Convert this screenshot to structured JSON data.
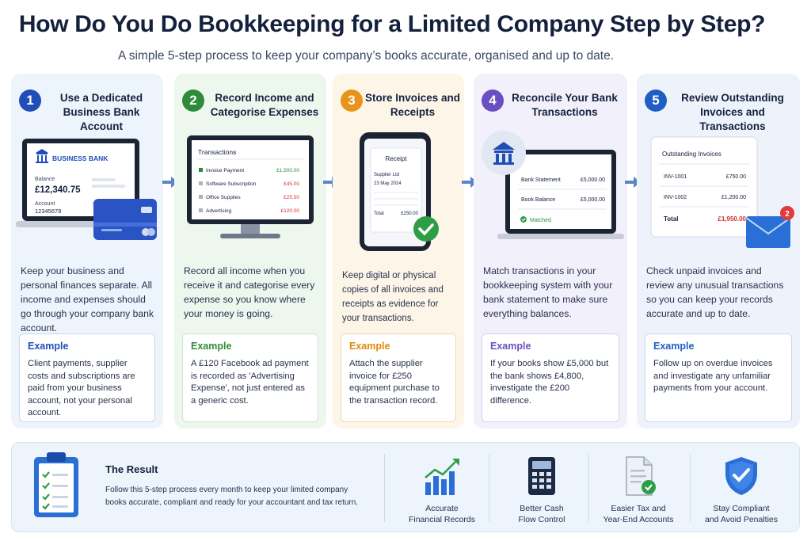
{
  "title": "How Do You Do Bookkeeping for a Limited Company Step by Step?",
  "subtitle": "A simple 5-step process to keep your company’s books accurate, organised and up to date.",
  "steps": [
    {
      "number": "1",
      "heading": "Use a Dedicated Business Bank Account",
      "description": "Keep your business and personal finances separate. All income and expenses should go through your company bank account.",
      "example_label": "Example",
      "example_text": "Client payments, supplier costs and subscriptions are paid from your business account, not your personal account.",
      "color": "#1f4fb6",
      "illustration": {
        "bank_name": "BUSINESS BANK",
        "balance_label": "Balance",
        "balance": "£12,340.75",
        "account_label": "Account",
        "account_number": "12345678"
      }
    },
    {
      "number": "2",
      "heading": "Record Income and Categorise Expenses",
      "description": "Record all income when you receive it and categorise every expense so you know where your money is going.",
      "example_label": "Example",
      "example_text": "A £120 Facebook ad payment is recorded as 'Advertising Expense', not just entered as a generic cost.",
      "color": "#2e8b3a",
      "illustration": {
        "panel_title": "Transactions",
        "rows": [
          {
            "label": "Invoice Payment",
            "amount": "£1,500.00",
            "amount_color": "#2e8b3a"
          },
          {
            "label": "Software Subscription",
            "amount": "£45.00",
            "amount_color": "#d93030"
          },
          {
            "label": "Office Supplies",
            "amount": "£25.50",
            "amount_color": "#d93030"
          },
          {
            "label": "Advertising",
            "amount": "£120.00",
            "amount_color": "#d93030"
          }
        ]
      }
    },
    {
      "number": "3",
      "heading": "Store Invoices and Receipts",
      "description": "Keep digital or physical copies of all invoices and receipts as evidence for your transactions.",
      "example_label": "Example",
      "example_text": "Attach the supplier invoice for £250 equipment purchase to the transaction record.",
      "color": "#e8941a",
      "illustration": {
        "receipt_title": "Receipt",
        "supplier": "Supplier Ltd",
        "date": "23 May 2024",
        "total_label": "Total",
        "total": "£250.00"
      }
    },
    {
      "number": "4",
      "heading": "Reconcile Your Bank Transactions",
      "description": "Match transactions in your bookkeeping system with your bank statement to make sure everything balances.",
      "example_label": "Example",
      "example_text": "If your books show £5,000 but the bank shows £4,800, investigate the £200 difference.",
      "color": "#6a4fc0",
      "illustration": {
        "row1_label": "Bank Statement",
        "row1_value": "£5,000.00",
        "row2_label": "Book Balance",
        "row2_value": "£5,000.00",
        "status": "Matched"
      }
    },
    {
      "number": "5",
      "heading": "Review Outstanding Invoices and Transactions",
      "description": "Check unpaid invoices and review any unusual transactions so you can keep your records accurate and up to date.",
      "example_label": "Example",
      "example_text": "Follow up on overdue invoices and investigate any unfamiliar payments from your account.",
      "color": "#1f5fc4",
      "illustration": {
        "panel_title": "Outstanding Invoices",
        "rows": [
          {
            "label": "INV-1001",
            "amount": "£750.00"
          },
          {
            "label": "INV-1002",
            "amount": "£1,200.00"
          }
        ],
        "total_label": "Total",
        "total": "£1,950.00",
        "badge": "2"
      }
    }
  ],
  "result": {
    "title": "The Result",
    "text": "Follow this 5-step process every month to keep your limited company books accurate, compliant and ready for your accountant and tax return.",
    "benefits": [
      {
        "icon": "growth-chart-icon",
        "label_line1": "Accurate",
        "label_line2": "Financial Records"
      },
      {
        "icon": "calculator-icon",
        "label_line1": "Better Cash",
        "label_line2": "Flow Control"
      },
      {
        "icon": "document-check-icon",
        "label_line1": "Easier Tax and",
        "label_line2": "Year-End Accounts"
      },
      {
        "icon": "shield-check-icon",
        "label_line1": "Stay Compliant",
        "label_line2": "and Avoid Penalties"
      }
    ]
  }
}
